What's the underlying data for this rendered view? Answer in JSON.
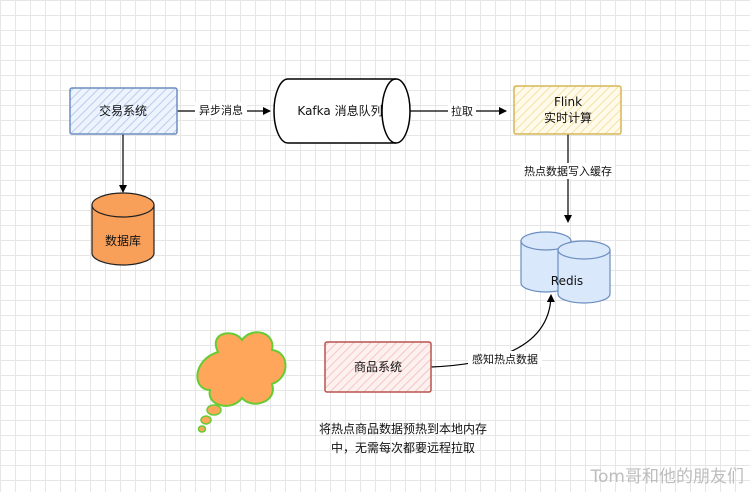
{
  "nodes": {
    "trading_system": {
      "label": "交易系统",
      "fill": "#dae8fc",
      "stroke": "#6c8ebf"
    },
    "database": {
      "label": "数据库",
      "fill": "#f8a05a",
      "stroke": "#222222"
    },
    "kafka_queue": {
      "label": "Kafka 消息队列",
      "fill": "#ffffff",
      "stroke": "#000000"
    },
    "flink": {
      "line1": "Flink",
      "line2": "实时计算",
      "fill": "#fff2cc",
      "stroke": "#d6b656"
    },
    "redis": {
      "label": "Redis",
      "fill": "#dae8fc",
      "stroke": "#6c8ebf"
    },
    "product_system": {
      "label": "商品系统",
      "fill": "#f8cecc",
      "stroke": "#b85450"
    },
    "cloud": {
      "fill": "#ffa65a",
      "stroke": "#66cc33"
    }
  },
  "edges": {
    "async_message": "异步消息",
    "pull": "拉取",
    "write_cache": "热点数据写入缓存",
    "sense_hot": "感知热点数据"
  },
  "note": {
    "line1": "将热点商品数据预热到本地内存",
    "line2": "中，无需每次都要远程拉取"
  },
  "watermark": "Tom哥和他的朋友们"
}
